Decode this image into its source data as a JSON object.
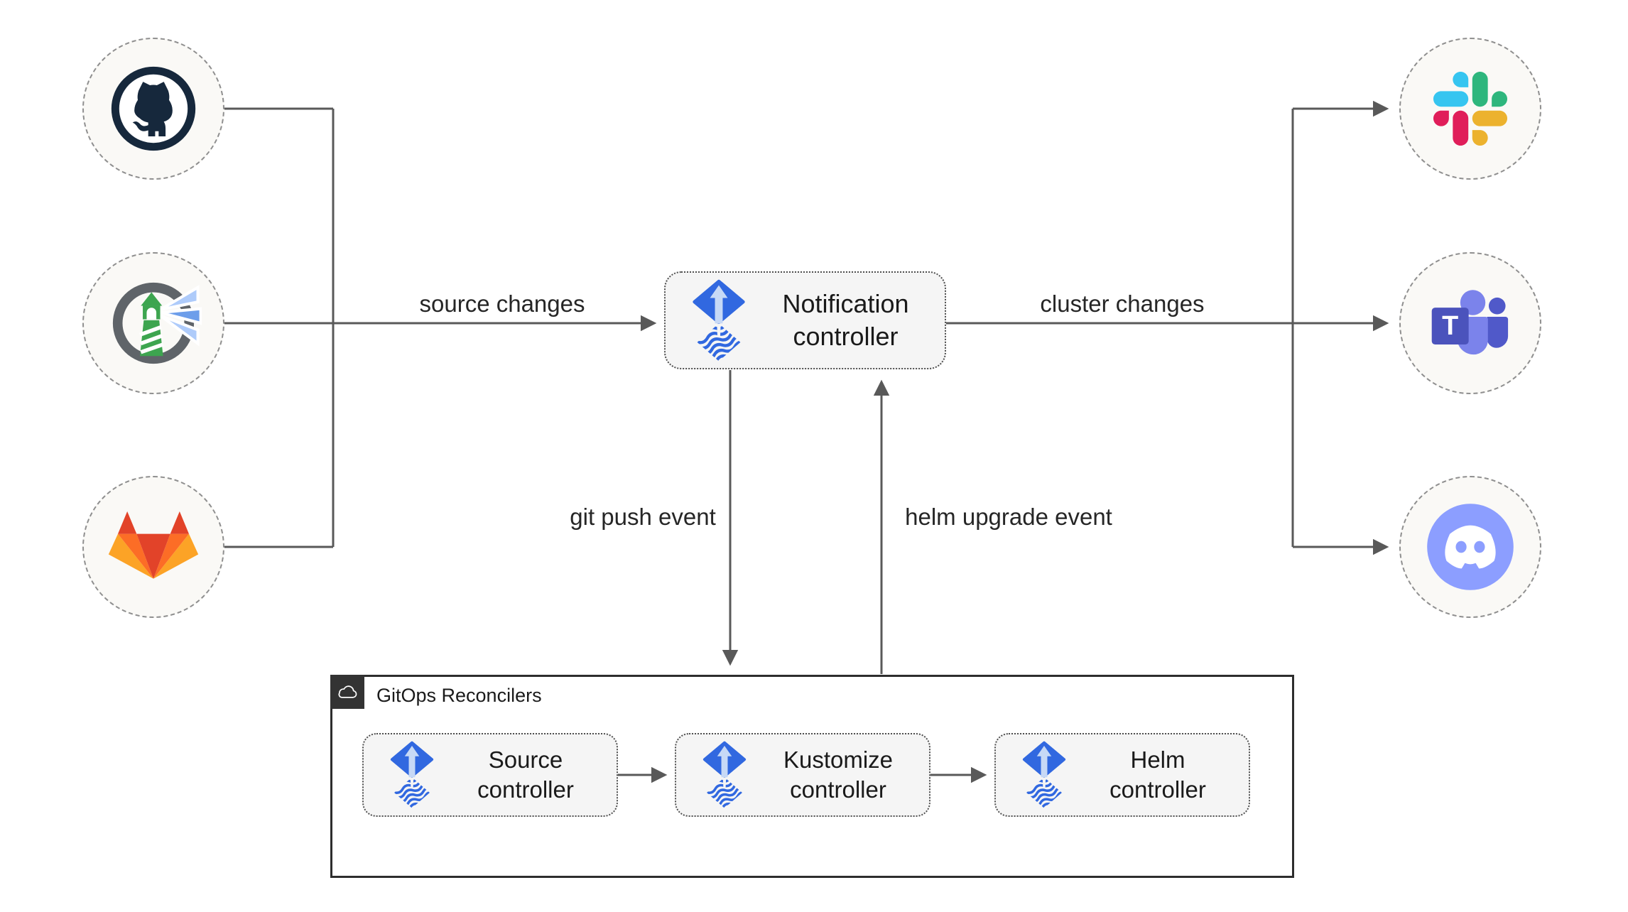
{
  "edge_labels": {
    "source_changes": "source changes",
    "cluster_changes": "cluster changes",
    "git_push_event": "git push event",
    "helm_upgrade_event": "helm upgrade event"
  },
  "nodes": {
    "notification_controller": {
      "line1": "Notification",
      "line2": "controller"
    }
  },
  "sources": [
    {
      "icon": "github-icon"
    },
    {
      "icon": "harbor-icon"
    },
    {
      "icon": "gitlab-icon"
    }
  ],
  "notifiers": [
    {
      "icon": "slack-icon"
    },
    {
      "icon": "teams-icon",
      "tile_letter": "T"
    },
    {
      "icon": "discord-icon"
    }
  ],
  "gitops_reconcilers": {
    "title": "GitOps Reconcilers",
    "badge_icon": "cloud-icon",
    "controllers": [
      {
        "line1": "Source",
        "line2": "controller"
      },
      {
        "line1": "Kustomize",
        "line2": "controller"
      },
      {
        "line1": "Helm",
        "line2": "controller"
      }
    ]
  },
  "colors": {
    "flux_blue": "#3168E0",
    "flux_arrow_light": "#C7D9F6",
    "connector": "#595959",
    "node_fill": "#F5F5F5",
    "node_border": "#4F4F4F",
    "circle_fill": "#FAF9F6",
    "circle_border": "#8F8F8F",
    "group_border": "#2D2D2D",
    "badge_bg": "#333333",
    "text": "#1A1A1A",
    "github_navy": "#16283C",
    "harbor_green": "#3DA54F",
    "harbor_gray": "#5F6469",
    "gitlab_red": "#E24329",
    "gitlab_orange": "#FC6D26",
    "gitlab_yellow": "#FCA326",
    "slack_blue": "#36C5F0",
    "slack_green": "#2EB67D",
    "slack_pink": "#E01E5A",
    "slack_yellow": "#ECB22E",
    "teams_light": "#7B83EB",
    "teams_purple": "#5059C9",
    "teams_dark": "#4B53BC",
    "discord_blurple": "#8C9EFF"
  }
}
